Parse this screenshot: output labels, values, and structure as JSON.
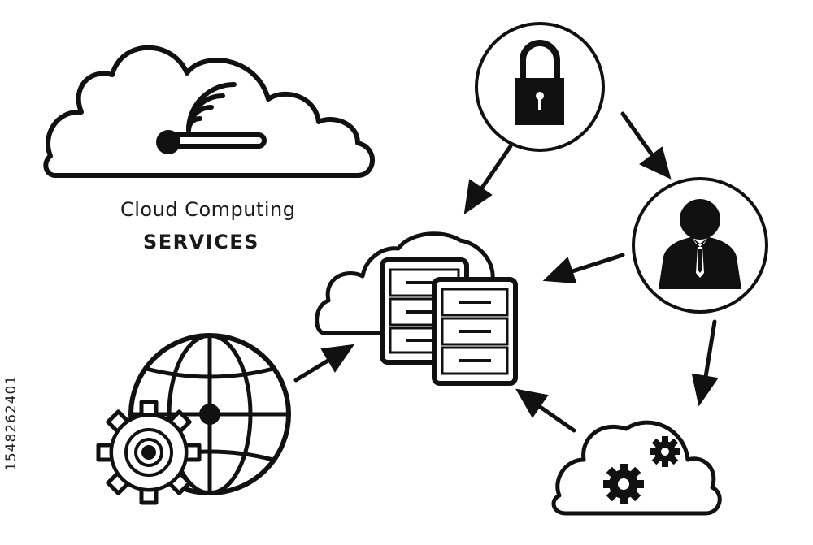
{
  "title": {
    "line1": "Cloud Computing",
    "line2": "SERVICES"
  },
  "stock_id": "1548262401",
  "icons": [
    "cloud-wifi-icon",
    "padlock-icon",
    "businessman-icon",
    "cloud-servers-icon",
    "globe-icon",
    "gear-icon",
    "cloud-gears-icon",
    "arrow-icon"
  ],
  "colors": {
    "ink": "#111111",
    "background": "#ffffff"
  }
}
